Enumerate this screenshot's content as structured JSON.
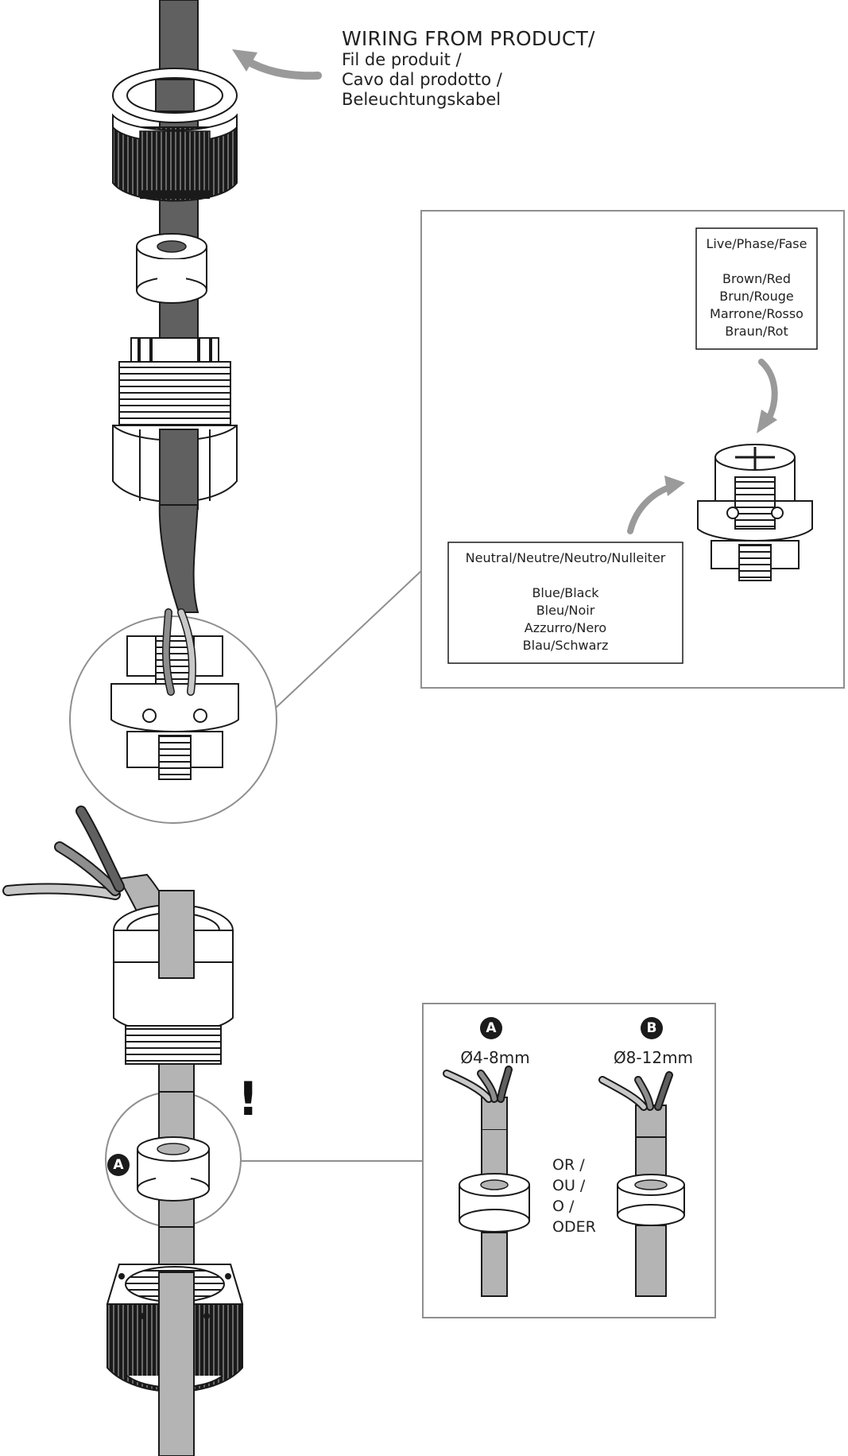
{
  "heading": {
    "line1": "WIRING FROM PRODUCT/",
    "line2": "Fil de produit  /",
    "line3": "Cavo dal prodotto  /",
    "line4": "Beleuchtungskabel"
  },
  "live_box": {
    "title": "Live/Phase/Fase",
    "colors": [
      "Brown/Red",
      "Brun/Rouge",
      "Marrone/Rosso",
      "Braun/Rot"
    ]
  },
  "neutral_box": {
    "title": "Neutral/Neutre/Neutro/Nulleiter",
    "colors": [
      "Blue/Black",
      "Bleu/Noir",
      "Azzurro/Nero",
      "Blau/Schwarz"
    ]
  },
  "size_panel": {
    "a_badge": "A",
    "a_size": "Ø4-8mm",
    "b_badge": "B",
    "b_size": "Ø8-12mm",
    "or_lines": [
      "OR /",
      "OU /",
      "O /",
      "ODER"
    ]
  },
  "warning_mark": "!",
  "seal_badge": "A",
  "colors": {
    "cable_dark": "#606060",
    "cable_mid": "#8e8e8e",
    "cable_light": "#b4b4b4",
    "wire_light": "#c8c8c8",
    "arrow_grey": "#9a9a9a",
    "outline": "#1a1a1a",
    "part_fill": "#ffffff",
    "panel_border": "#8f8f8f"
  }
}
